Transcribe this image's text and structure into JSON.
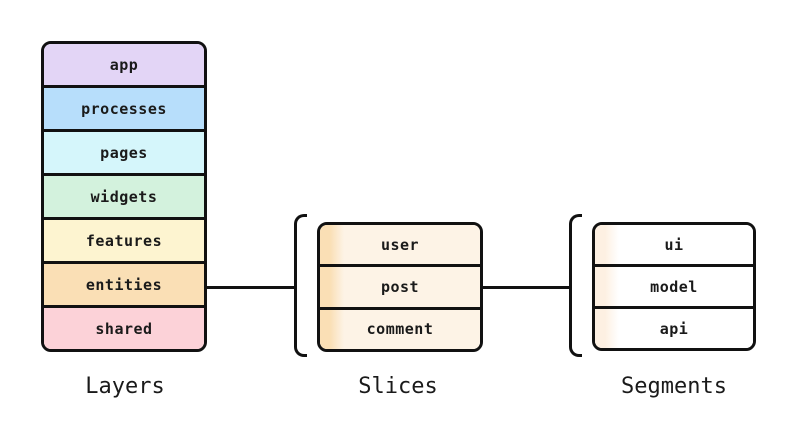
{
  "diagram": {
    "background_color": "#ffffff",
    "stroke_color": "#111111",
    "groups": [
      {
        "id": "layers",
        "label": "Layers",
        "rows": [
          {
            "label": "app",
            "color": "#e3d5f6"
          },
          {
            "label": "processes",
            "color": "#b7defb"
          },
          {
            "label": "pages",
            "color": "#d5f6fb"
          },
          {
            "label": "widgets",
            "color": "#d3f2dd"
          },
          {
            "label": "features",
            "color": "#fdf4d0"
          },
          {
            "label": "entities",
            "color": "#fadfb5"
          },
          {
            "label": "shared",
            "color": "#fcd2d8"
          }
        ]
      },
      {
        "id": "slices",
        "label": "Slices",
        "strip_color": "#fadfb5",
        "fill_color": "#fdf3e6",
        "rows": [
          {
            "label": "user"
          },
          {
            "label": "post"
          },
          {
            "label": "comment"
          }
        ]
      },
      {
        "id": "segments",
        "label": "Segments",
        "strip_color": "#fdf0e2",
        "fill_color": "#ffffff",
        "rows": [
          {
            "label": "ui"
          },
          {
            "label": "model"
          },
          {
            "label": "api"
          }
        ]
      }
    ],
    "connectors": [
      {
        "from": "layers-row-entities",
        "to": "slices-bracket"
      },
      {
        "from": "slices",
        "to": "segments-bracket"
      }
    ]
  }
}
